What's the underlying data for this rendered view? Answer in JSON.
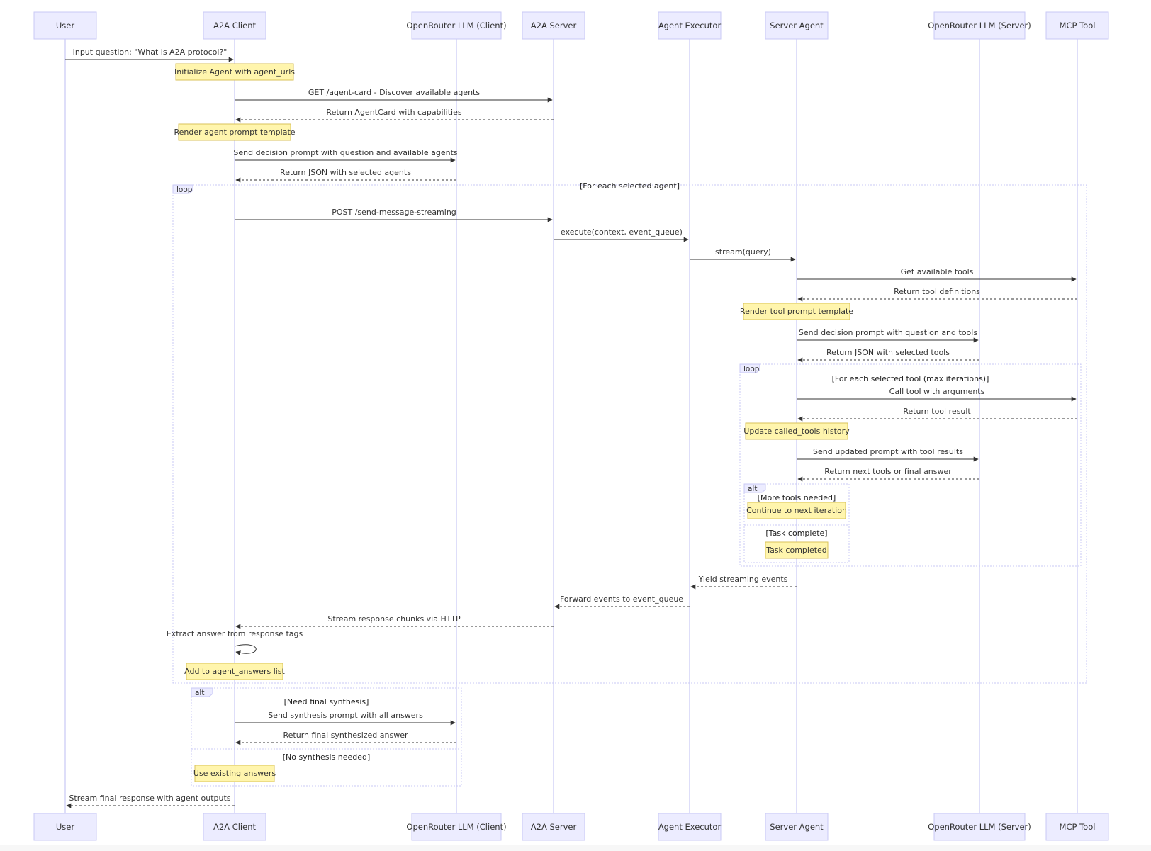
{
  "diagram": {
    "actors": [
      {
        "id": "user",
        "label": "User"
      },
      {
        "id": "client",
        "label": "A2A Client"
      },
      {
        "id": "llmc",
        "label": "OpenRouter LLM (Client)"
      },
      {
        "id": "server",
        "label": "A2A Server"
      },
      {
        "id": "exec",
        "label": "Agent Executor"
      },
      {
        "id": "agent",
        "label": "Server Agent"
      },
      {
        "id": "llms",
        "label": "OpenRouter LLM (Server)"
      },
      {
        "id": "mcp",
        "label": "MCP Tool"
      }
    ],
    "messages": [
      {
        "from": "user",
        "to": "client",
        "text": "Input question: \"What is A2A protocol?\"",
        "dotted": false
      },
      {
        "from": "client",
        "to": "server",
        "text": "GET /agent-card - Discover available agents",
        "dotted": false
      },
      {
        "from": "server",
        "to": "client",
        "text": "Return AgentCard with capabilities",
        "dotted": true
      },
      {
        "from": "client",
        "to": "llmc",
        "text": "Send decision prompt with question and available agents",
        "dotted": false
      },
      {
        "from": "llmc",
        "to": "client",
        "text": "Return JSON with selected agents",
        "dotted": true
      },
      {
        "from": "client",
        "to": "server",
        "text": "POST /send-message-streaming",
        "dotted": false
      },
      {
        "from": "server",
        "to": "exec",
        "text": "execute(context, event_queue)",
        "dotted": false
      },
      {
        "from": "exec",
        "to": "agent",
        "text": "stream(query)",
        "dotted": false
      },
      {
        "from": "agent",
        "to": "mcp",
        "text": "Get available tools",
        "dotted": false
      },
      {
        "from": "mcp",
        "to": "agent",
        "text": "Return tool definitions",
        "dotted": true
      },
      {
        "from": "agent",
        "to": "llms",
        "text": "Send decision prompt with question and tools",
        "dotted": false
      },
      {
        "from": "llms",
        "to": "agent",
        "text": "Return JSON with selected tools",
        "dotted": true
      },
      {
        "from": "agent",
        "to": "mcp",
        "text": "Call tool with arguments",
        "dotted": false
      },
      {
        "from": "mcp",
        "to": "agent",
        "text": "Return tool result",
        "dotted": true
      },
      {
        "from": "agent",
        "to": "llms",
        "text": "Send updated prompt with tool results",
        "dotted": false
      },
      {
        "from": "llms",
        "to": "agent",
        "text": "Return next tools or final answer",
        "dotted": true
      },
      {
        "from": "agent",
        "to": "exec",
        "text": "Yield streaming events",
        "dotted": true
      },
      {
        "from": "exec",
        "to": "server",
        "text": "Forward events to event_queue",
        "dotted": true
      },
      {
        "from": "server",
        "to": "client",
        "text": "Stream response chunks via HTTP",
        "dotted": true
      },
      {
        "from": "client",
        "to": "client",
        "text": "Extract answer from response tags",
        "dotted": false
      },
      {
        "from": "client",
        "to": "llmc",
        "text": "Send synthesis prompt with all answers",
        "dotted": false
      },
      {
        "from": "llmc",
        "to": "client",
        "text": "Return final synthesized answer",
        "dotted": true
      },
      {
        "from": "client",
        "to": "user",
        "text": "Stream final response with agent outputs",
        "dotted": true
      }
    ],
    "notes": [
      {
        "over": "client",
        "text": "Initialize Agent with agent_urls"
      },
      {
        "over": "client",
        "text": "Render agent prompt template"
      },
      {
        "over": "agent",
        "text": "Render tool prompt template"
      },
      {
        "over": "agent",
        "text": "Update called_tools history"
      },
      {
        "over": "agent",
        "text": "Continue to next iteration"
      },
      {
        "over": "agent",
        "text": "Task completed"
      },
      {
        "over": "client",
        "text": "Add to agent_answers list"
      },
      {
        "over": "client",
        "text": "Use existing answers"
      }
    ],
    "frames": [
      {
        "kind": "loop",
        "condition": "[For each selected agent]"
      },
      {
        "kind": "loop",
        "condition": "[For each selected tool (max iterations)]"
      },
      {
        "kind": "alt",
        "condition": "[More tools needed]",
        "else_condition": "[Task complete]"
      },
      {
        "kind": "alt",
        "condition": "[Need final synthesis]",
        "else_condition": "[No synthesis needed]"
      }
    ]
  }
}
